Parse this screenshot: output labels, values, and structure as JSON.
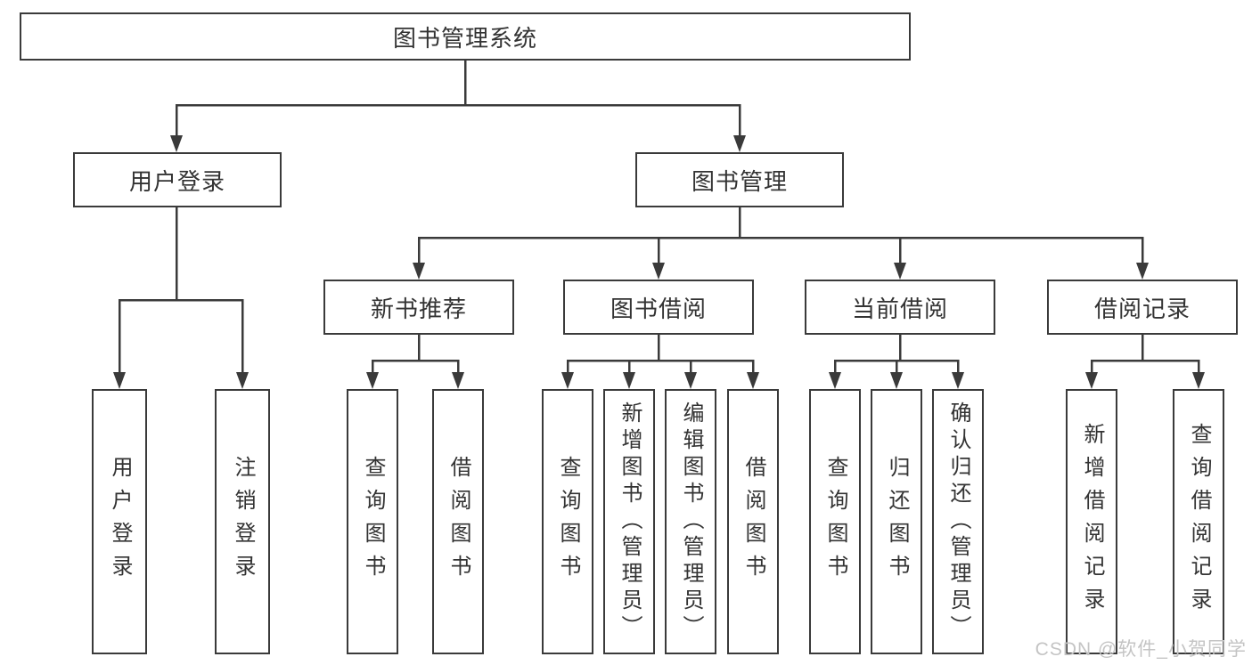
{
  "diagram_title": "图书管理系统",
  "nodes": {
    "root": "图书管理系统",
    "level2": {
      "user_login": "用户登录",
      "book_management": "图书管理"
    },
    "user_login_children": [
      "用户登录",
      "注销登录"
    ],
    "level3": {
      "new_book": "新书推荐",
      "book_borrow": "图书借阅",
      "current_borrow": "当前借阅",
      "borrow_record": "借阅记录"
    },
    "new_book_children": [
      "查询图书",
      "借阅图书"
    ],
    "book_borrow_children": [
      "查询图书",
      "新增图书（管理员）",
      "编辑图书（管理员）",
      "借阅图书"
    ],
    "current_borrow_children": [
      "查询图书",
      "归还图书",
      "确认归还（管理员）"
    ],
    "borrow_record_children": [
      "新增借阅记录",
      "查询借阅记录"
    ]
  },
  "watermark": "CSDN @软件_小贺同学",
  "colors": {
    "line": "#3a3a3a",
    "text": "#333333",
    "box_background": "#ffffff",
    "page_background": "#ffffff",
    "watermark": "#c4c4c4"
  }
}
